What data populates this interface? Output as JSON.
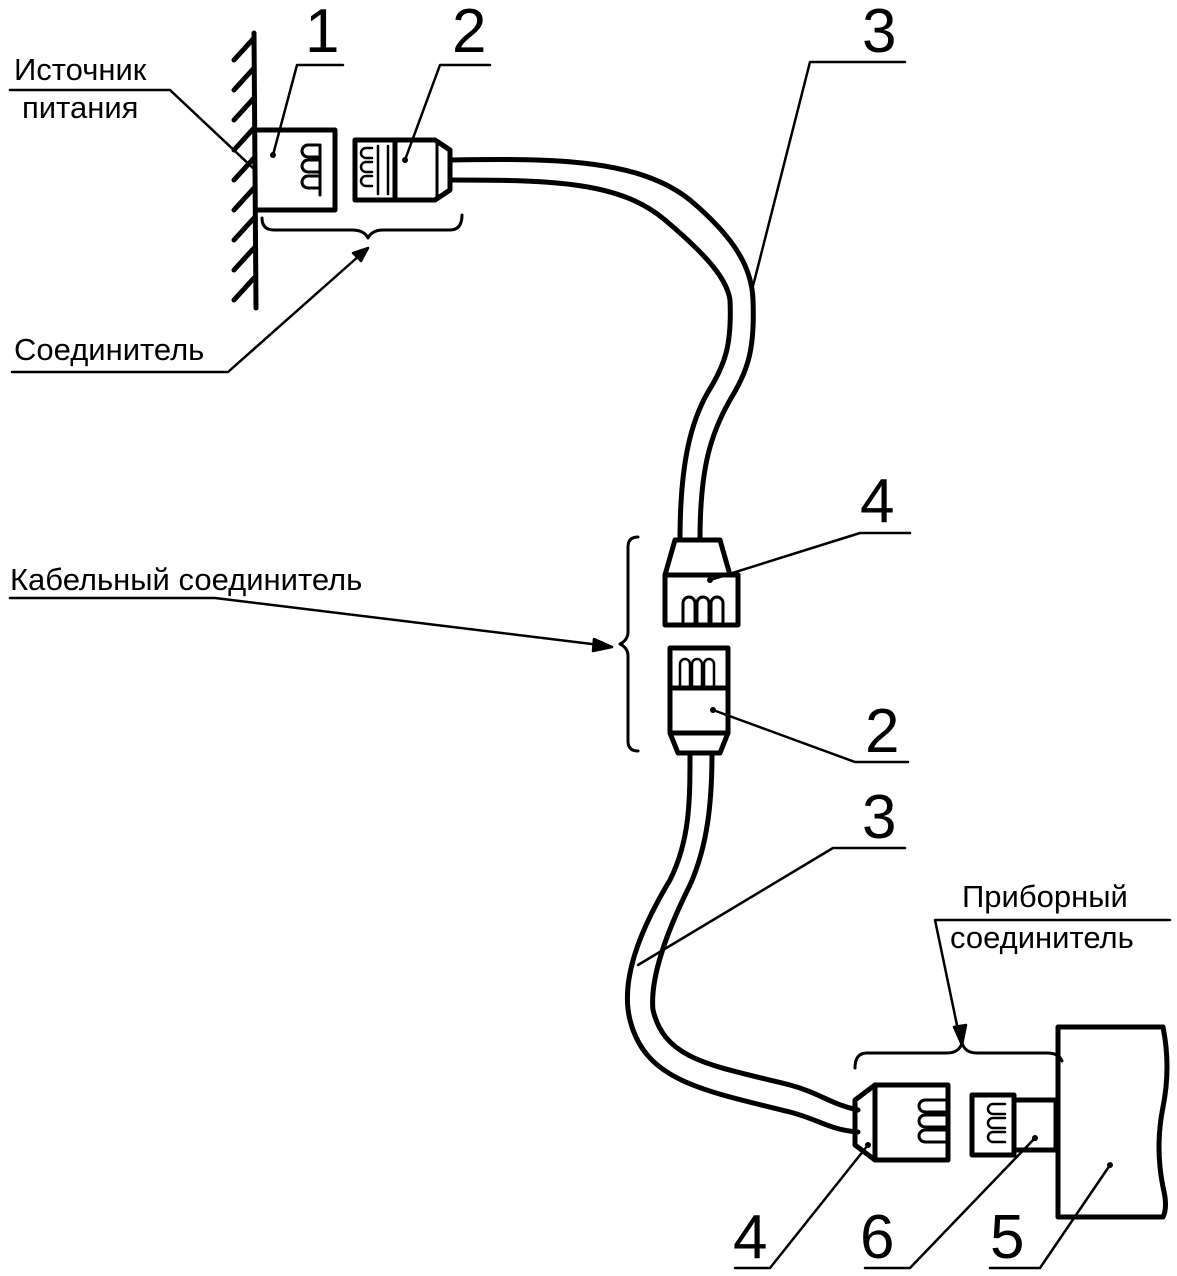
{
  "diagram": {
    "labels": {
      "power_source_line1": "Источник",
      "power_source_line2": "питания",
      "connector": "Соединитель",
      "cable_connector": "Кабельный соединитель",
      "appliance_connector_line1": "Приборный",
      "appliance_connector_line2": "соединитель"
    },
    "callouts": {
      "outlet": "1",
      "plug_top": "2",
      "cable_top": "3",
      "cable_socket_mid": "4",
      "plug_mid": "2",
      "cable_bottom": "3",
      "socket_bottom": "4",
      "appliance_inlet": "6",
      "appliance": "5"
    },
    "colors": {
      "ink": "#000000",
      "paper": "#ffffff"
    }
  }
}
